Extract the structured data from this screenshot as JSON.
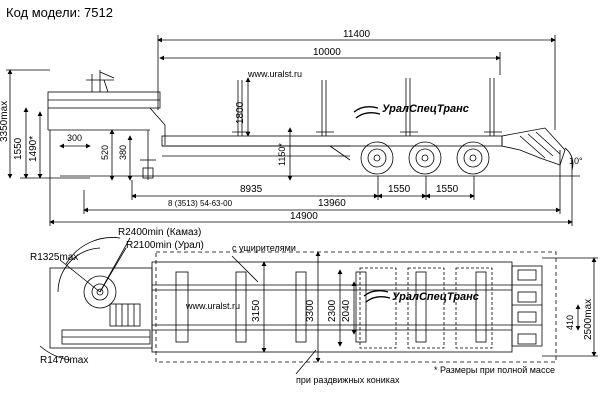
{
  "title": "Код модели: 7512",
  "side_view": {
    "overall_length_top": "11400",
    "platform_length": "10000",
    "website": "www.uralst.ru",
    "logo": "УралСпецТранс",
    "stake_height": "1800",
    "max_height": "3350max",
    "height_1550": "1550",
    "height_1490": "1490*",
    "dim_300": "300",
    "dim_520": "520",
    "dim_380": "380",
    "deck_height": "1150*",
    "dim_8935": "8935",
    "dim_1550_a": "1550",
    "dim_1550_b": "1550",
    "phone": "8 (3513) 54-63-00",
    "dim_13960": "13960",
    "dim_14900": "14900",
    "ramp_angle": "10°"
  },
  "top_view": {
    "radius_kamaz": "R2400min (Камаз)",
    "radius_ural": "R2100min (Урал)",
    "radius_1325": "R1325max",
    "radius_1470": "R1470max",
    "with_wideners": "с уширителями",
    "website": "www.uralst.ru",
    "logo": "УралСпецТранс",
    "width_3150": "3150",
    "width_3300": "3300",
    "width_2300": "2300",
    "width_2040": "2040",
    "dim_410": "410",
    "width_2500": "2500max",
    "sliding_bunks": "при раздвижных кониках",
    "footnote": "* Размеры при полной массе"
  }
}
